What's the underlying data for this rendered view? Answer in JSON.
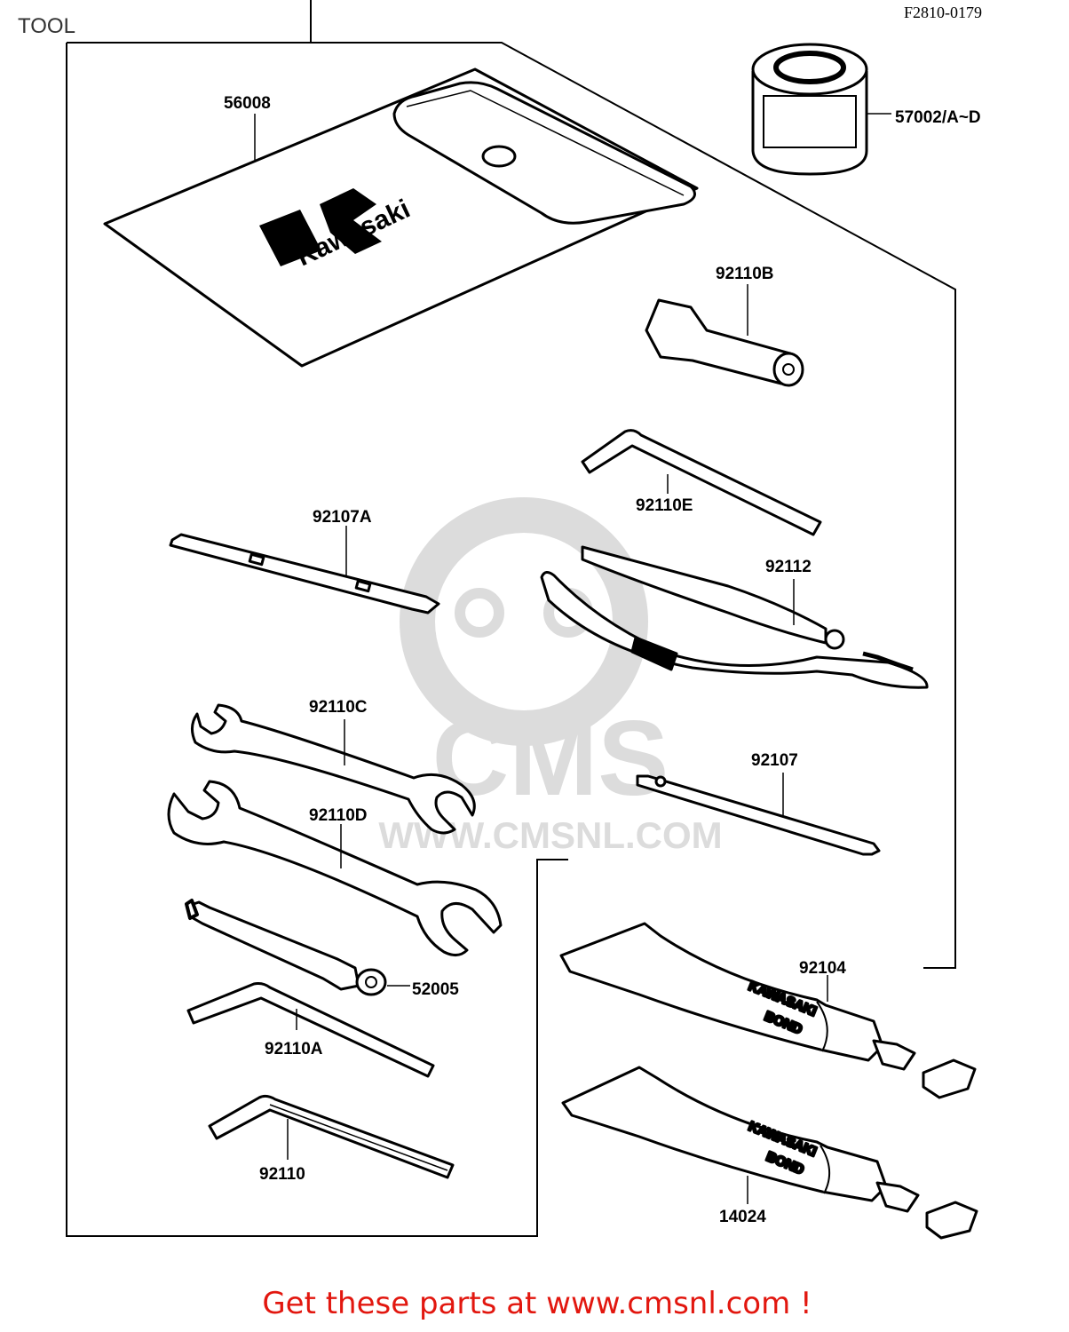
{
  "header": {
    "title": "TOOL",
    "figure_code": "F2810-0179"
  },
  "watermark": {
    "brand": "CMS",
    "url": "WWW.CMSNL.COM",
    "color": "#d0d0d0"
  },
  "parts": {
    "p56008": "56008",
    "p57002": "57002/A~D",
    "p92110B": "92110B",
    "p92110E": "92110E",
    "p92107A": "92107A",
    "p92112": "92112",
    "p92110C": "92110C",
    "p92107": "92107",
    "p92110D": "92110D",
    "p52005": "52005",
    "p92110A": "92110A",
    "p92104": "92104",
    "p92110": "92110",
    "p14024": "14024"
  },
  "tube_text": {
    "brand": "KAWASAKI",
    "product": "BOND"
  },
  "pouch_logo_text": "Kawasaki",
  "footer": {
    "text": "Get these parts at www.cmsnl.com !",
    "color": "#e2170f"
  }
}
